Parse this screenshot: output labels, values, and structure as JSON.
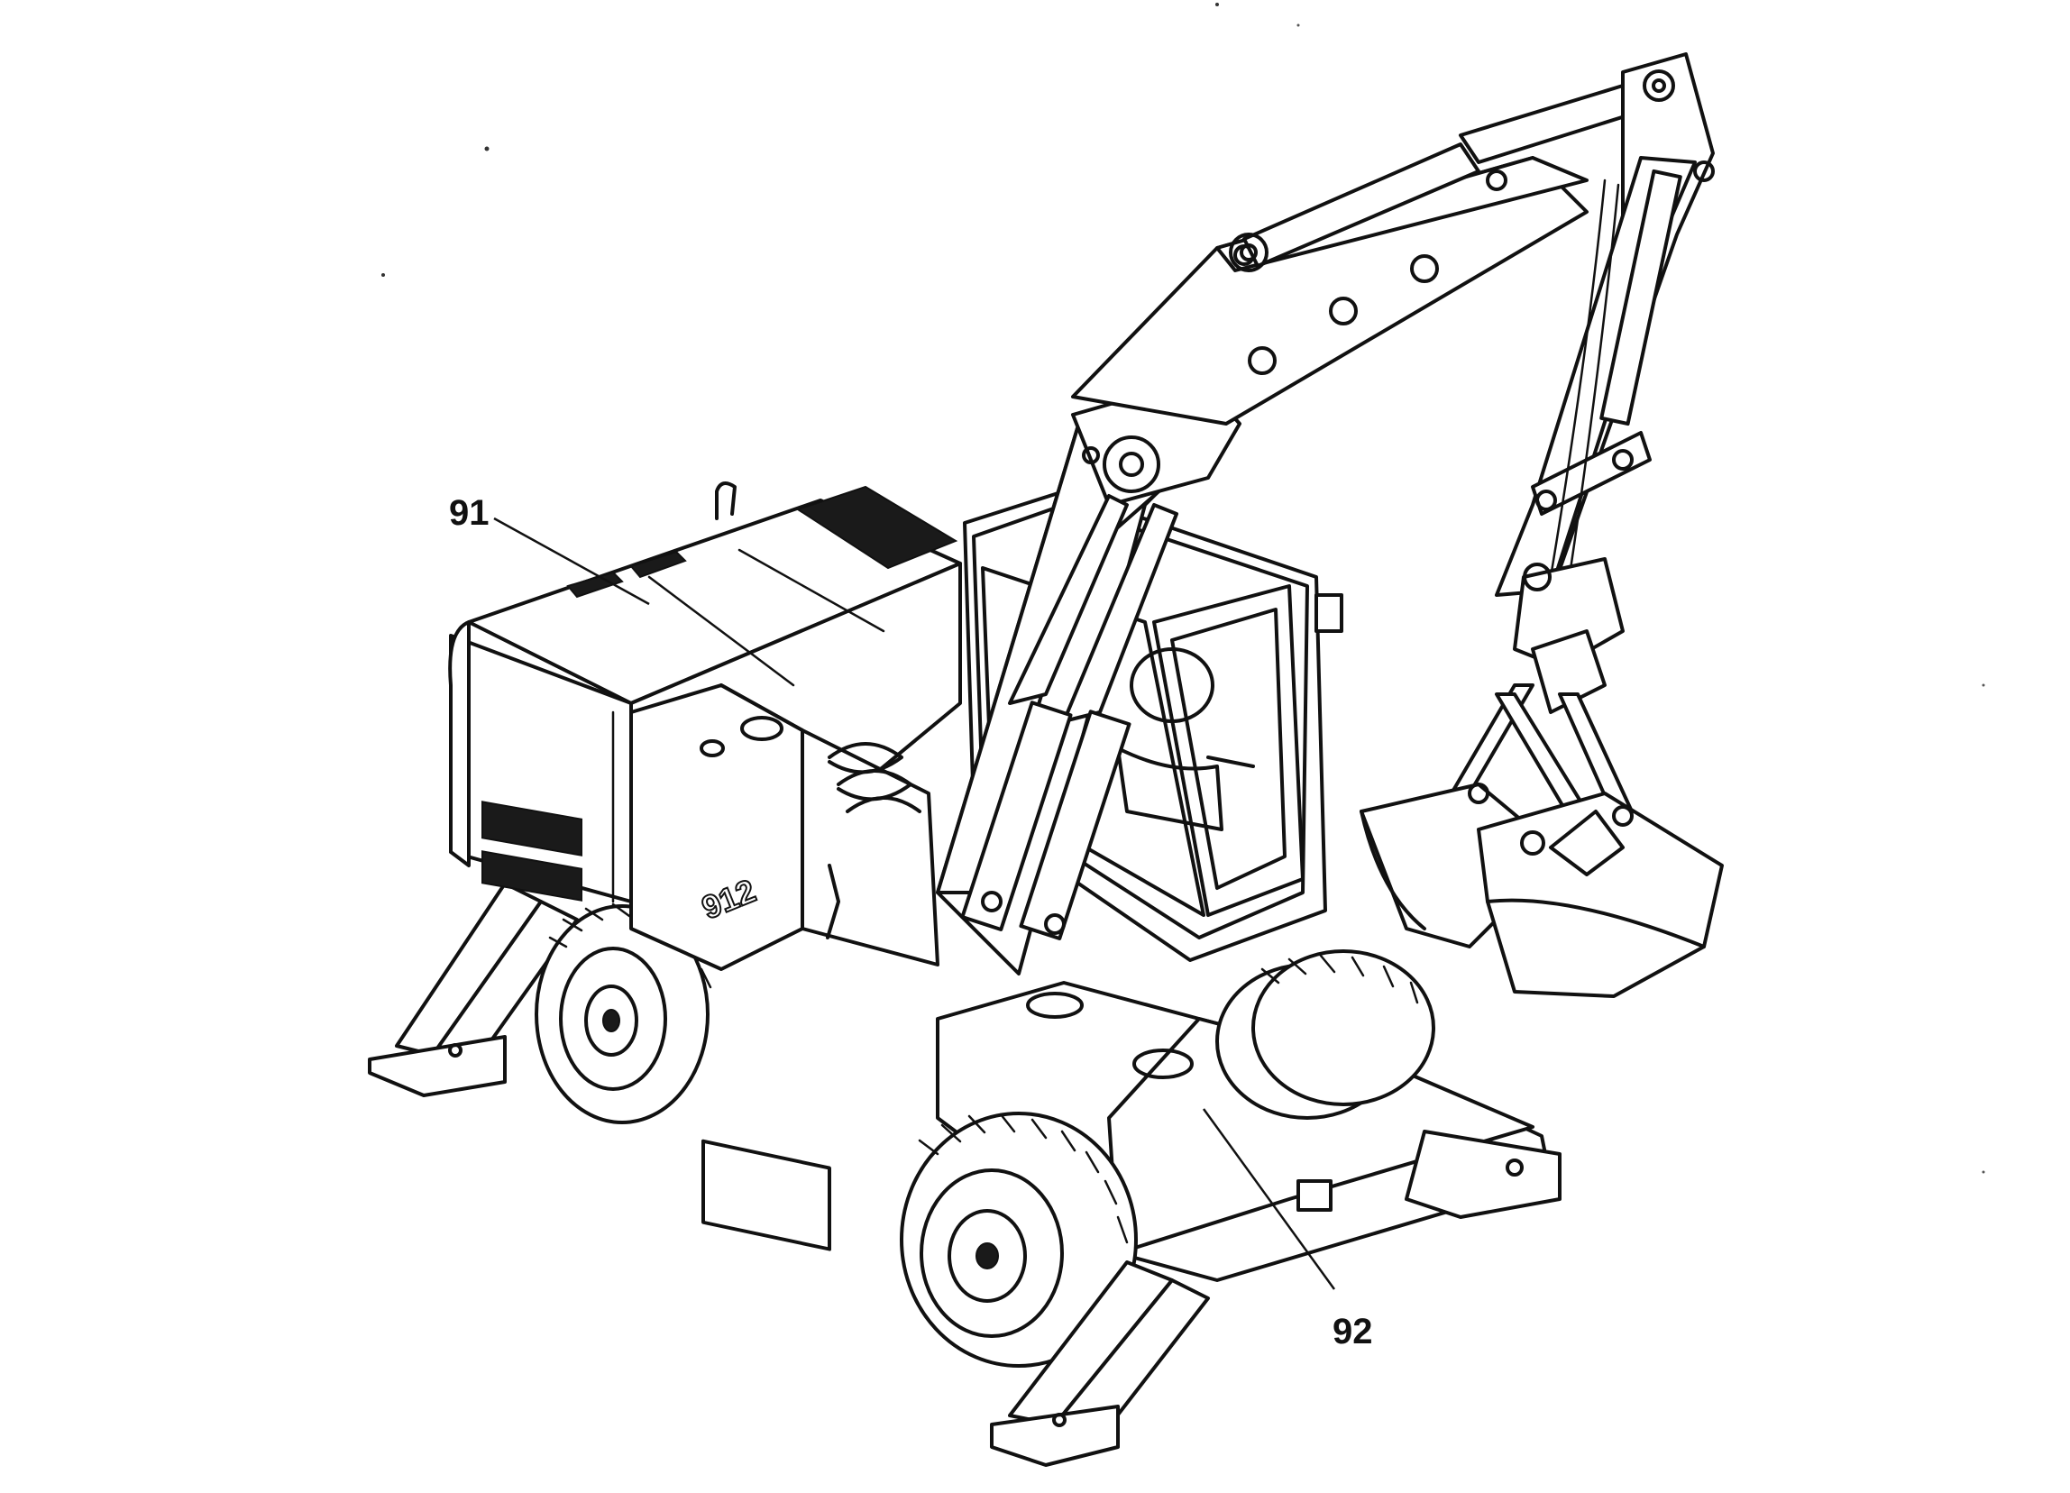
{
  "diagram": {
    "callouts": [
      {
        "id": "91",
        "label": "91"
      },
      {
        "id": "92",
        "label": "92"
      }
    ],
    "model_badge": "912"
  }
}
